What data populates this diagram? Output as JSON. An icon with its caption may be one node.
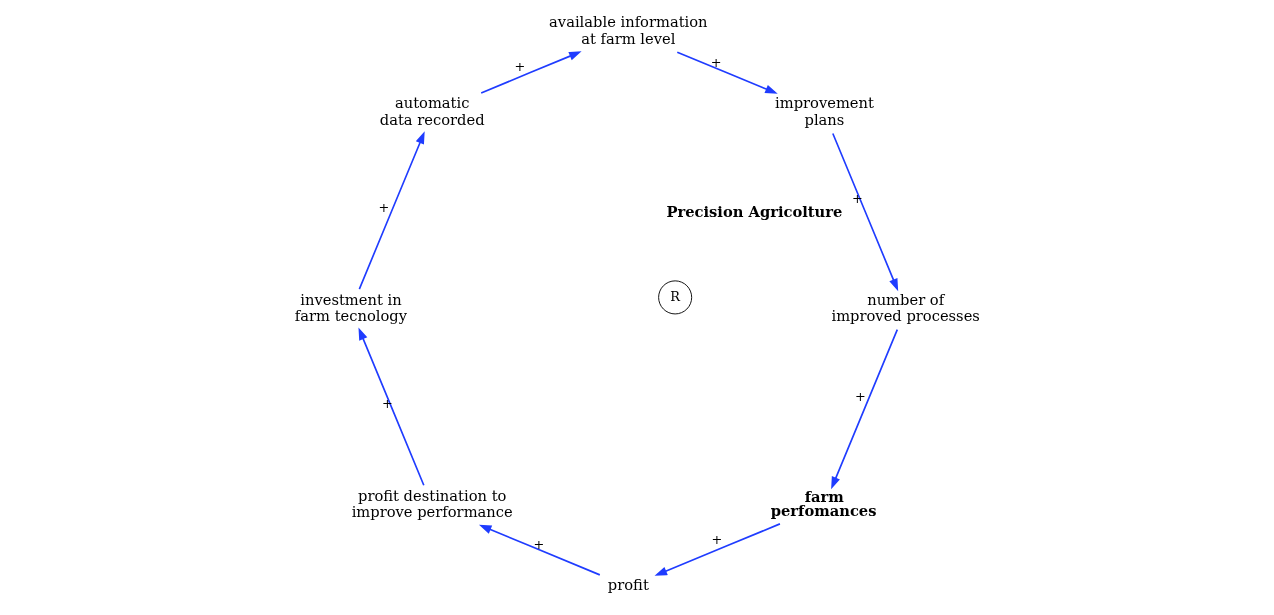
{
  "diagram": {
    "nodes": [
      {
        "text": [
          "farm perfomances"
        ]
      },
      {
        "text": [
          "profit"
        ]
      },
      {
        "text": [
          "profit destination to improve performance"
        ]
      },
      {
        "text": [
          "investment in farm tecnology"
        ]
      },
      {
        "text": [
          "automatic data recorded"
        ]
      },
      {
        "text": [
          "available information at farm level"
        ]
      },
      {
        "text": [
          "improvement plans"
        ]
      },
      {
        "text": [
          "number of improved processes"
        ]
      }
    ],
    "edges": [
      {
        "from": 0,
        "to": 1,
        "arrow": "to",
        "label": "+"
      },
      {
        "from": 1,
        "to": 2,
        "arrow": "to",
        "label": "+"
      },
      {
        "from": 2,
        "to": 3,
        "arrow": "to",
        "label": "+"
      },
      {
        "from": 3,
        "to": 4,
        "arrow": "to",
        "label": "+"
      },
      {
        "from": 4,
        "to": 5,
        "arrow": "to",
        "label": "+"
      },
      {
        "from": 5,
        "to": 6,
        "arrow": "to",
        "label": "+"
      },
      {
        "from": 6,
        "to": 7,
        "arrow": "to",
        "label": "+"
      },
      {
        "from": 7,
        "to": 0,
        "arrow": "to",
        "label": "+"
      }
    ],
    "labels": [
      "R",
      "Precision Agricolture"
    ]
  }
}
